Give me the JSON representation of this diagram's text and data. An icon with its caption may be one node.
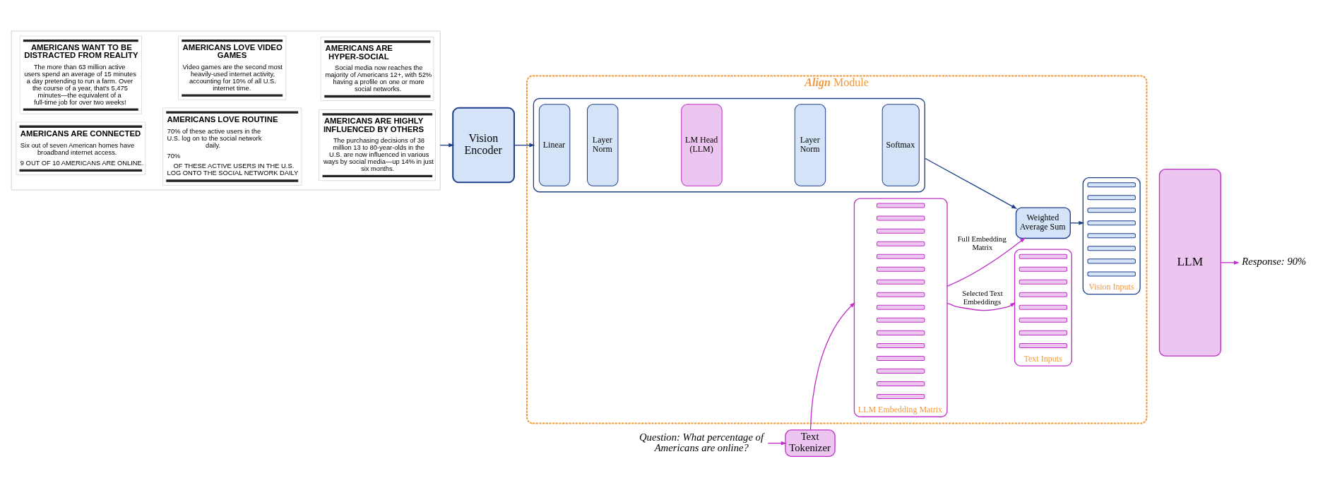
{
  "diagram": {
    "nodes": [
      {
        "text": [],
        "shape": "picture"
      },
      {
        "text": [
          "AMERICANS WANT TO BE DISTRACTED FROM REALITY",
          "The more than 63 million active users spend an average of 15 minutes a day pretending to run a farm. Over the course of a year, that's 5,475 minutes—the equivalent of a full-time job for over two weeks!"
        ],
        "in": 0
      },
      {
        "text": [
          "AMERICANS LOVE VIDEO GAMES",
          "Video games are the second most heavily-used internet activity, accounting for 10% of all U.S. internet time."
        ],
        "in": 0
      },
      {
        "text": [
          "AMERICANS ARE HYPER-SOCIAL",
          "Social media now reaches the majority of Americans 12+, with 52% having a profile on one or more social networks."
        ],
        "in": 0
      },
      {
        "text": [
          "AMERICANS ARE CONNECTED",
          "Six out of seven American homes have broadband internet access.",
          "9 OUT OF 10 AMERICANS ARE ONLINE."
        ],
        "in": 0
      },
      {
        "text": [
          "AMERICANS LOVE ROUTINE",
          "70% of these active users in the U.S. log on to the social network daily.",
          "70%",
          "OF THESE ACTIVE USERS IN THE U.S. LOG ONTO THE SOCIAL NETWORK DAILY"
        ],
        "in": 0
      },
      {
        "text": [
          "AMERICANS ARE HIGHLY INFLUENCED BY OTHERS",
          "The purchasing decisions of 38 million 13 to 80-year-olds in the U.S. are now influenced in various ways by social media—up 14% in just six months."
        ],
        "in": 0
      },
      {
        "text": [
          "Vision Encoder"
        ]
      },
      {
        "text": [
          "**Align** Module"
        ]
      },
      {
        "text": [],
        "shape": "box",
        "in": 8
      },
      {
        "text": [
          "Linear"
        ],
        "in": 9
      },
      {
        "text": [
          "Layer Norm"
        ],
        "in": 9
      },
      {
        "text": [
          "LM Head (LLM)"
        ],
        "in": 9
      },
      {
        "text": [
          "Layer Norm"
        ],
        "in": 9
      },
      {
        "text": [
          "Softmax"
        ],
        "in": 9
      },
      {
        "text": [
          "Weighted Average Sum"
        ],
        "in": 8
      },
      {
        "text": [
          "Vision Inputs"
        ],
        "in": 8
      },
      {
        "text": [],
        "shape": "bar",
        "in": 16
      },
      {
        "text": [],
        "shape": "bar",
        "in": 16
      },
      {
        "text": [],
        "shape": "bar",
        "in": 16
      },
      {
        "text": [],
        "shape": "bar",
        "in": 16
      },
      {
        "text": [],
        "shape": "bar",
        "in": 16
      },
      {
        "text": [],
        "shape": "bar",
        "in": 16
      },
      {
        "text": [],
        "shape": "bar",
        "in": 16
      },
      {
        "text": [],
        "shape": "bar",
        "in": 16
      },
      {
        "text": [
          "LLM Embedding Matrix"
        ],
        "in": 8
      },
      {
        "text": [],
        "shape": "bar",
        "in": 25
      },
      {
        "text": [],
        "shape": "bar",
        "in": 25
      },
      {
        "text": [],
        "shape": "bar",
        "in": 25
      },
      {
        "text": [],
        "shape": "bar",
        "in": 25
      },
      {
        "text": [],
        "shape": "bar",
        "in": 25
      },
      {
        "text": [],
        "shape": "bar",
        "in": 25
      },
      {
        "text": [],
        "shape": "bar",
        "in": 25
      },
      {
        "text": [],
        "shape": "bar",
        "in": 25
      },
      {
        "text": [],
        "shape": "bar",
        "in": 25
      },
      {
        "text": [],
        "shape": "bar",
        "in": 25
      },
      {
        "text": [],
        "shape": "bar",
        "in": 25
      },
      {
        "text": [],
        "shape": "bar",
        "in": 25
      },
      {
        "text": [],
        "shape": "bar",
        "in": 25
      },
      {
        "text": [],
        "shape": "bar",
        "in": 25
      },
      {
        "text": [],
        "shape": "bar",
        "in": 25
      },
      {
        "text": [],
        "shape": "bar",
        "in": 25
      },
      {
        "text": [
          "Text Inputs"
        ],
        "in": 8
      },
      {
        "text": [],
        "shape": "bar",
        "in": 42
      },
      {
        "text": [],
        "shape": "bar",
        "in": 42
      },
      {
        "text": [],
        "shape": "bar",
        "in": 42
      },
      {
        "text": [],
        "shape": "bar",
        "in": 42
      },
      {
        "text": [],
        "shape": "bar",
        "in": 42
      },
      {
        "text": [],
        "shape": "bar",
        "in": 42
      },
      {
        "text": [],
        "shape": "bar",
        "in": 42
      },
      {
        "text": [],
        "shape": "bar",
        "in": 42
      },
      {
        "text": [
          "Text Tokenizer"
        ]
      },
      {
        "text": [
          "Question: What percentage of Americans are online?"
        ]
      },
      {
        "text": [
          "LLM"
        ]
      },
      {
        "text": [
          "Response: 90%"
        ]
      }
    ],
    "edges": [
      {
        "from": 0,
        "to": 7,
        "arrow": "to",
        "color": "#1f3f8a"
      },
      {
        "from": 7,
        "to": 9,
        "arrow": "to",
        "color": "#1f3f8a"
      },
      {
        "from": 9,
        "to": 15,
        "arrow": "to",
        "color": "#1f3f8a"
      },
      {
        "from": 15,
        "to": 16,
        "arrow": "to",
        "color": "#1f3f8a"
      },
      {
        "from": 52,
        "to": 51,
        "arrow": "to"
      },
      {
        "from": 51,
        "to": 25,
        "arrow": "to"
      },
      {
        "from": 25,
        "to": 15,
        "arrow": "to",
        "label": "Full Embedding Matrix"
      },
      {
        "from": 25,
        "to": 42,
        "arrow": "to",
        "label": "Selected Text Embeddings"
      },
      {
        "from": 53,
        "to": 54,
        "arrow": "to"
      }
    ]
  }
}
